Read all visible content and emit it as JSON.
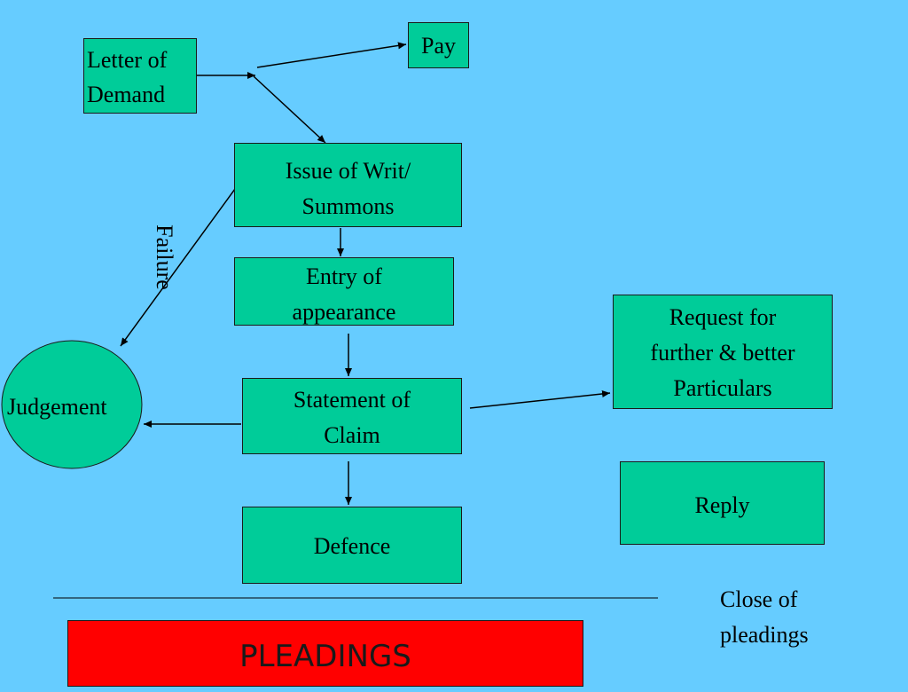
{
  "nodes": {
    "letter_of_demand": [
      "Letter of",
      "Demand"
    ],
    "pay": [
      "Pay"
    ],
    "issue_of_writ": [
      "Issue of Writ/",
      "Summons"
    ],
    "entry_of_appearance": [
      "Entry of",
      "appearance"
    ],
    "statement_of_claim": [
      "Statement of",
      "Claim"
    ],
    "defence": [
      "Defence"
    ],
    "judgement": [
      "Judgement"
    ],
    "request_particulars": [
      "Request for",
      "further & better",
      "Particulars"
    ],
    "reply": [
      "Reply"
    ]
  },
  "labels": {
    "failure": "Failure",
    "close_of_pleadings": [
      "Close of",
      "pleadings"
    ]
  },
  "banner": "PLEADINGS",
  "colors": {
    "background": "#66ccff",
    "box_fill": "#00cc99",
    "banner_fill": "#ff0000"
  }
}
